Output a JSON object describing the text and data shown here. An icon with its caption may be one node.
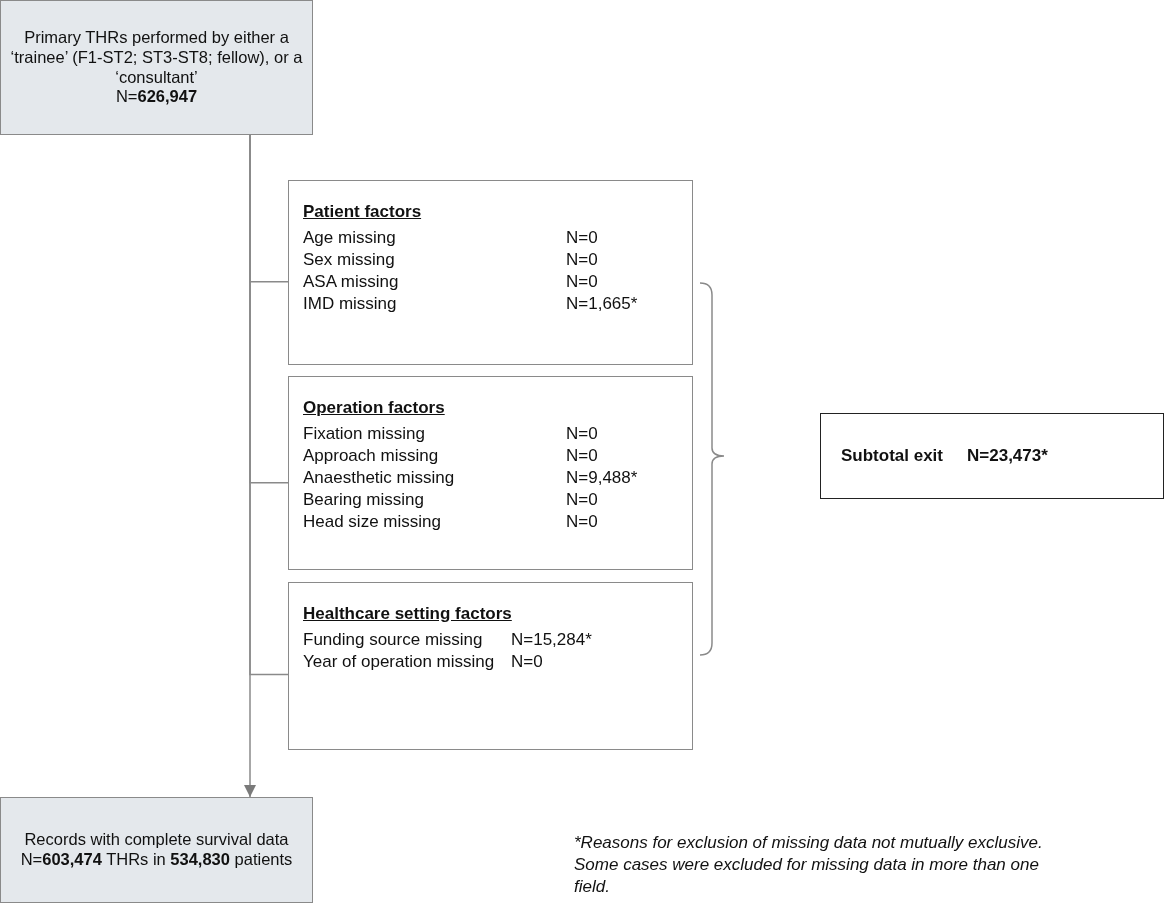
{
  "diagram": {
    "nodes": [
      {
        "text": [
          "Primary THRs performed by either a ‘trainee’ (F1-ST2; ST3-ST8; fellow), or a ‘consultant’",
          "N=**626,947**"
        ]
      },
      {
        "text": [
          "Patient factors",
          "Age missing",
          "N=0",
          "Sex missing",
          "N=0",
          "ASA missing",
          "N=0",
          "IMD missing",
          "N=1,665*"
        ]
      },
      {
        "text": [
          "Operation factors",
          "Fixation missing",
          "N=0",
          "Approach missing",
          "N=0",
          "Anaesthetic missing",
          "N=9,488*",
          "Bearing missing",
          "N=0",
          "Head size missing",
          "N=0"
        ]
      },
      {
        "text": [
          "Healthcare setting factors",
          "Funding source missing",
          "N=15,284*",
          "Year of operation missing",
          "N=0"
        ]
      },
      {
        "text": [
          "Subtotal exit",
          "N=23,473*"
        ]
      },
      {
        "text": [
          "Records with complete survival data",
          "N=**603,474** THRs in **534,830** patients"
        ]
      }
    ],
    "edges": [
      {
        "from": 0,
        "to": 5,
        "arrow": "to"
      },
      {
        "from": 0,
        "to": 1,
        "arrow": "none"
      },
      {
        "from": 0,
        "to": 2,
        "arrow": "none"
      },
      {
        "from": 0,
        "to": 3,
        "arrow": "none"
      }
    ],
    "labels": [
      "*Reasons for exclusion of missing data not mutually exclusive. Some cases were excluded for missing data in more than one field."
    ]
  }
}
